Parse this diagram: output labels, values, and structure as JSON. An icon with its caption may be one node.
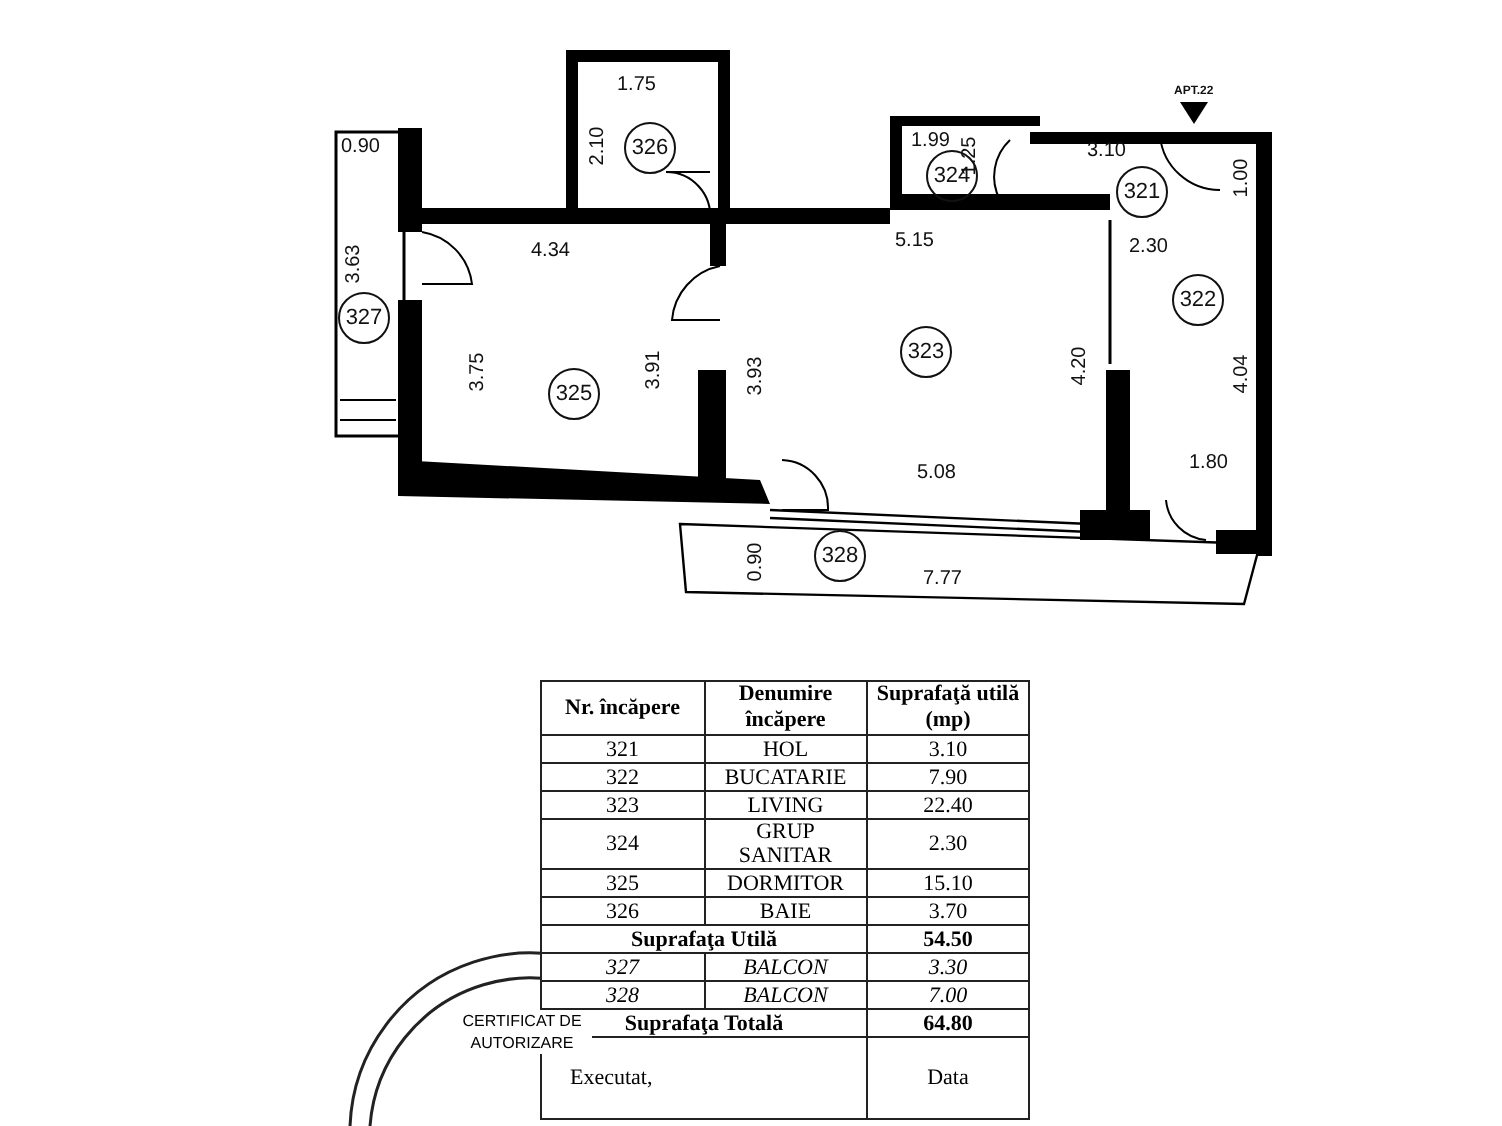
{
  "diagram": {
    "labels": [
      "1.75",
      "0.90",
      "2.10",
      "326",
      "1.99",
      "1.25",
      "3.10",
      "APT.22",
      "324",
      "321",
      "1.00",
      "3.63",
      "4.34",
      "5.15",
      "2.30",
      "327",
      "322",
      "3.75",
      "3.91",
      "325",
      "3.93",
      "323",
      "4.20",
      "4.04",
      "5.08",
      "1.80",
      "0.90",
      "328",
      "7.77",
      "Nr. încăpere",
      "Denumire încăpere",
      "Suprafaţă utilă (mp)",
      "321",
      "HOL",
      "3.10",
      "322",
      "BUCATARIE",
      "7.90",
      "323",
      "LIVING",
      "22.40",
      "324",
      "GRUP SANITAR",
      "2.30",
      "325",
      "DORMITOR",
      "15.10",
      "326",
      "BAIE",
      "3.70",
      "Suprafaţa Utilă",
      "54.50",
      "327",
      "BALCON",
      "3.30",
      "328",
      "BALCON",
      "7.00",
      "Suprafaţa Totală",
      "64.80",
      "Executat,",
      "Data",
      "CERTIFICAT DE AUTORIZARE"
    ]
  }
}
